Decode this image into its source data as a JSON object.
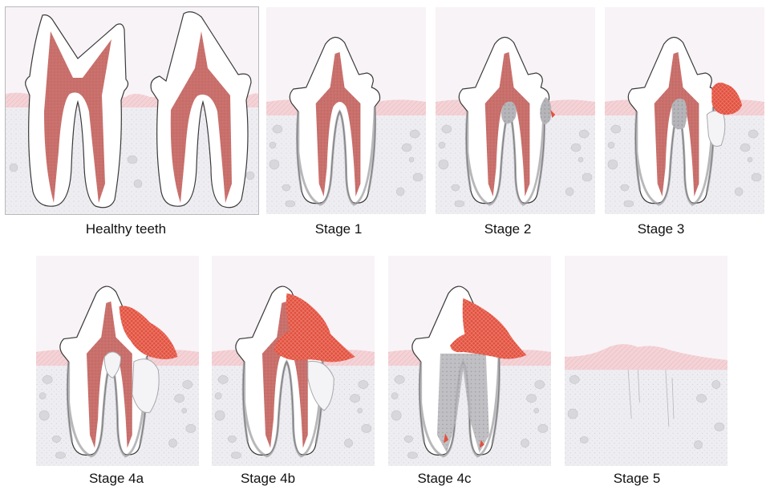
{
  "figure": {
    "colors": {
      "sky": "#f8f3f6",
      "gum": "#f4cfd3",
      "bone": "#eeeef2",
      "pulp": "#c9706c",
      "bacteria": "#e2503e",
      "debris": "#a9a9ad",
      "outline": "#3a3a3a"
    },
    "panels": [
      {
        "id": "healthy",
        "caption": "Healthy teeth"
      },
      {
        "id": "stage-1",
        "caption": "Stage 1"
      },
      {
        "id": "stage-2",
        "caption": "Stage 2"
      },
      {
        "id": "stage-3",
        "caption": "Stage 3"
      },
      {
        "id": "stage-4a",
        "caption": "Stage 4a"
      },
      {
        "id": "stage-4b",
        "caption": "Stage 4b"
      },
      {
        "id": "stage-4c",
        "caption": "Stage 4c"
      },
      {
        "id": "stage-5",
        "caption": "Stage 5"
      }
    ]
  }
}
